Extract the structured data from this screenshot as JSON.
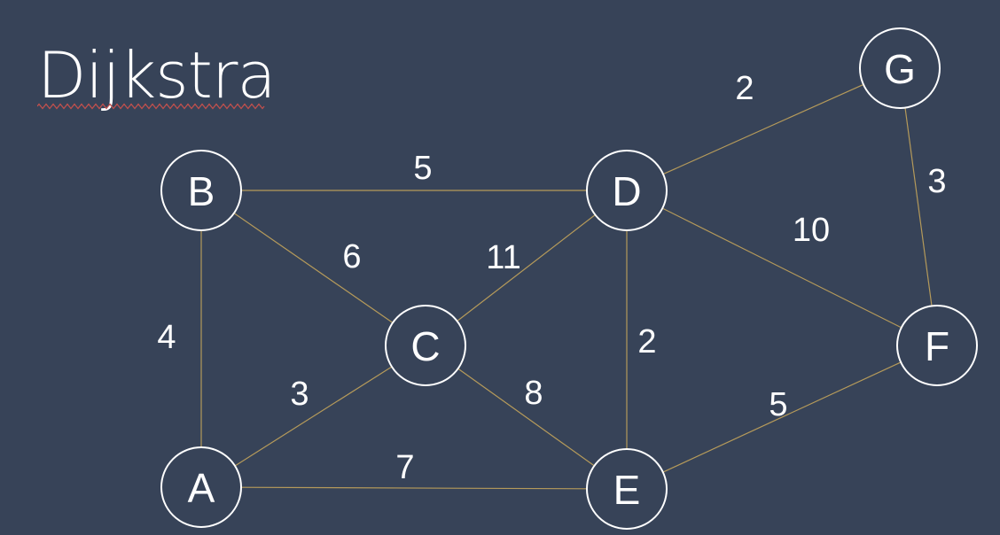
{
  "title": "Dijkstra",
  "colors": {
    "background": "#374358",
    "edge": "#b59a5a",
    "node_outline": "#ffffff",
    "text": "#ffffff",
    "spellcheck_underline": "#c0504d"
  },
  "nodes": [
    {
      "id": "B",
      "label": "B"
    },
    {
      "id": "D",
      "label": "D"
    },
    {
      "id": "G",
      "label": "G"
    },
    {
      "id": "C",
      "label": "C"
    },
    {
      "id": "F",
      "label": "F"
    },
    {
      "id": "A",
      "label": "A"
    },
    {
      "id": "E",
      "label": "E"
    }
  ],
  "edges": [
    {
      "from": "B",
      "to": "D",
      "weight": "5"
    },
    {
      "from": "D",
      "to": "G",
      "weight": "2"
    },
    {
      "from": "G",
      "to": "F",
      "weight": "3"
    },
    {
      "from": "B",
      "to": "C",
      "weight": "6"
    },
    {
      "from": "C",
      "to": "D",
      "weight": "11"
    },
    {
      "from": "D",
      "to": "F",
      "weight": "10"
    },
    {
      "from": "B",
      "to": "A",
      "weight": "4"
    },
    {
      "from": "D",
      "to": "E",
      "weight": "2"
    },
    {
      "from": "A",
      "to": "C",
      "weight": "3"
    },
    {
      "from": "C",
      "to": "E",
      "weight": "8"
    },
    {
      "from": "E",
      "to": "F",
      "weight": "5"
    },
    {
      "from": "A",
      "to": "E",
      "weight": "7"
    }
  ]
}
